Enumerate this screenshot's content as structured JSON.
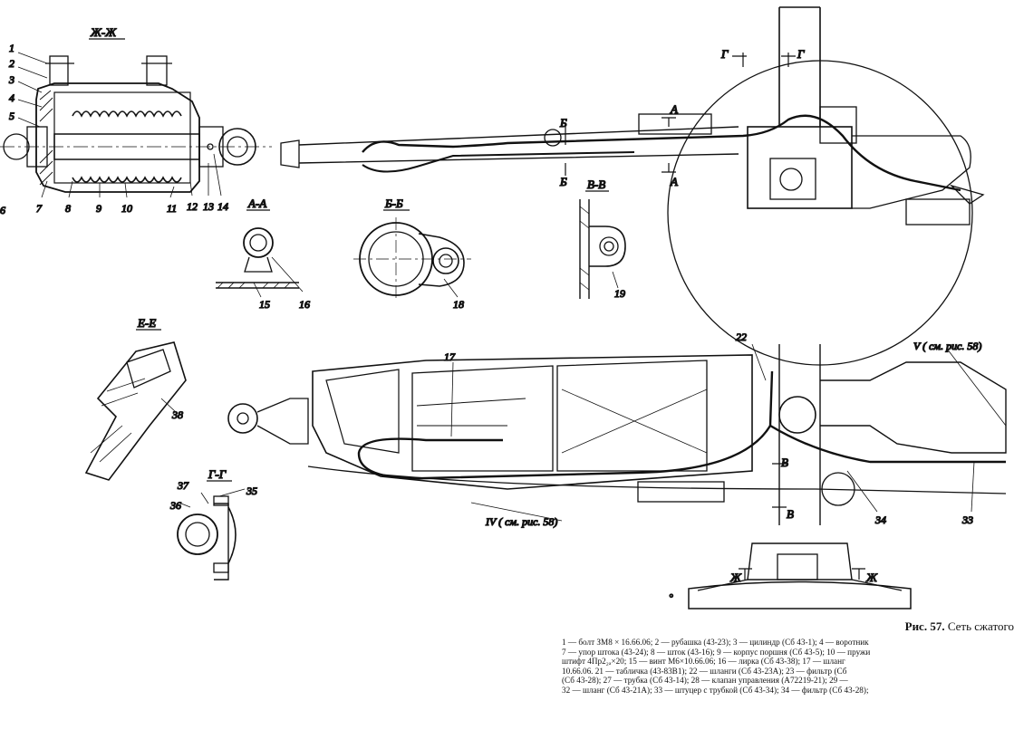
{
  "figure": {
    "number": "Рис. 57.",
    "title": "Сеть сжатого"
  },
  "sections": {
    "zh": "Ж-Ж",
    "aa": "А-А",
    "bb": "Б-Б",
    "vv": "В-В",
    "ee": "Е-Е",
    "gg": "Г-Г"
  },
  "markers": {
    "g": "Г",
    "a": "А",
    "b": "Б",
    "v": "В",
    "zh": "Ж"
  },
  "callouts": {
    "ref_iv": "IV ( см. рис. 58)",
    "ref_v": "V ( см. рис. 58)"
  },
  "parts": [
    "1",
    "2",
    "3",
    "4",
    "5",
    "6",
    "7",
    "8",
    "9",
    "10",
    "11",
    "12",
    "13",
    "14",
    "15",
    "16",
    "17",
    "18",
    "19",
    "22",
    "33",
    "34",
    "35",
    "36",
    "37",
    "38"
  ],
  "legend_lines": [
    "1 — болт ЗМ8 × 16.66.06; 2 — рубашка (43-23); 3 — цилиндр (Сб 43-1); 4 — воротник",
    "7 — упор штока (43-24); 8 — шток (43-16); 9 — корпус поршня (Сб 43-5); 10 — пружи",
    "штифт 4Пр2₂ₐ×20; 15 — винт М6×10.66.06; 16 — лирка (Сб 43-38); 17 — шланг",
    "10.66.06. 21 — табличка (43-83В1); 22 — шланги (Сб 43-23А); 23 — фильтр (Сб",
    "(Сб 43-28); 27 — трубка (Сб 43-14); 28 — клапан управления (А72219-21); 29 —",
    "32 — шланг (Сб 43-21А); 33 — штуцер с трубкой (Сб 43-34); 34 — фильтр (Сб 43-28);"
  ],
  "colors": {
    "ink": "#111111",
    "paper": "#ffffff"
  }
}
